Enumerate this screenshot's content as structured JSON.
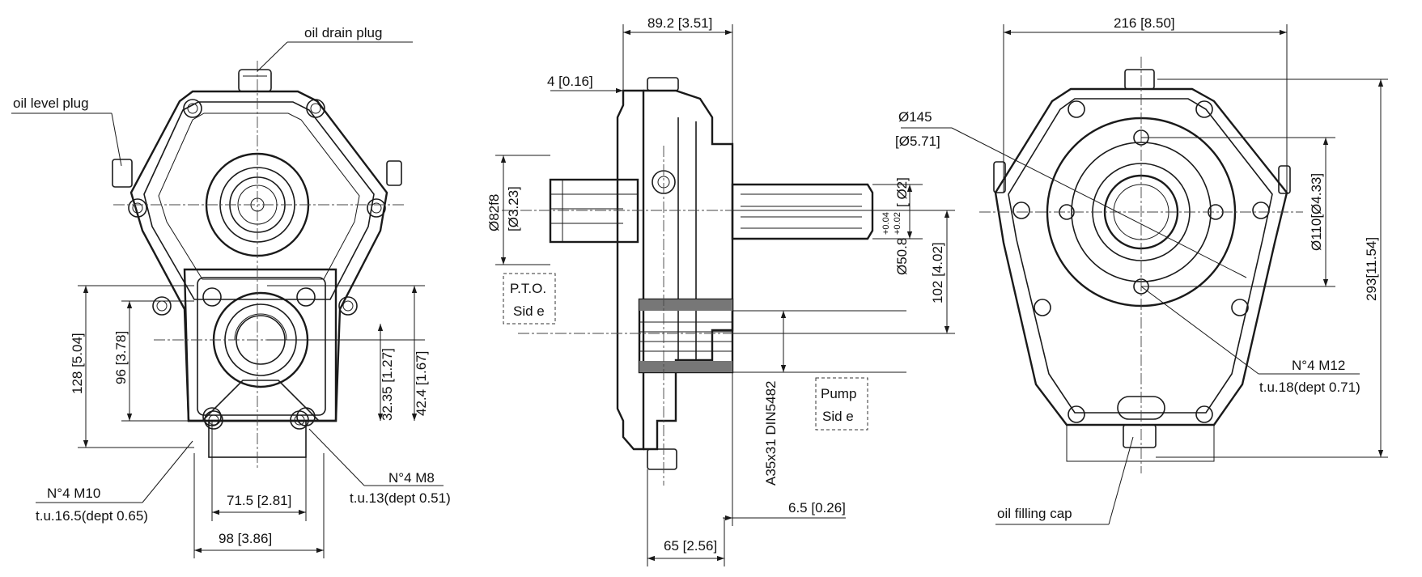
{
  "callouts": {
    "oil_drain_plug": "oil drain plug",
    "oil_level_plug": "oil level plug",
    "oil_filling_cap": "oil filling cap",
    "m10_line1": "N°4 M10",
    "m10_line2": "t.u.16.5(dept 0.65)",
    "m8_line1": "N°4 M8",
    "m8_line2": "t.u.13(dept 0.51)",
    "m12_line1": "N°4 M12",
    "m12_line2": "t.u.18(dept 0.71)",
    "pto_line1": "P.T.O.",
    "pto_line2": "Sid e",
    "pump_line1": "Pump",
    "pump_line2": "Sid e"
  },
  "dimensions": {
    "front_128": "128 [5.04]",
    "front_96": "96 [3.78]",
    "front_32_35": "32.35 [1.27]",
    "front_42_4": "42.4 [1.67]",
    "front_71_5": "71.5 [2.81]",
    "front_98": "98 [3.86]",
    "side_89_2": "89.2 [3.51]",
    "side_4": "4 [0.16]",
    "side_d82": "Ø82f8",
    "side_d82_in": "[Ø3.23]",
    "side_d50_8": "Ø50.8",
    "side_tol_upper": "+0.04",
    "side_tol_lower": "+0.02",
    "side_d2": "[ Ø2]",
    "side_102": "102 [4.02]",
    "side_spline": "A35x31 DIN5482",
    "side_6_5": "6.5 [0.26]",
    "side_65": "65 [2.56]",
    "rear_216": "216 [8.50]",
    "rear_d145": "Ø145",
    "rear_d145_in": "[Ø5.71]",
    "rear_d110": "Ø110[Ø4.33]",
    "rear_293": "293[11.54]"
  }
}
